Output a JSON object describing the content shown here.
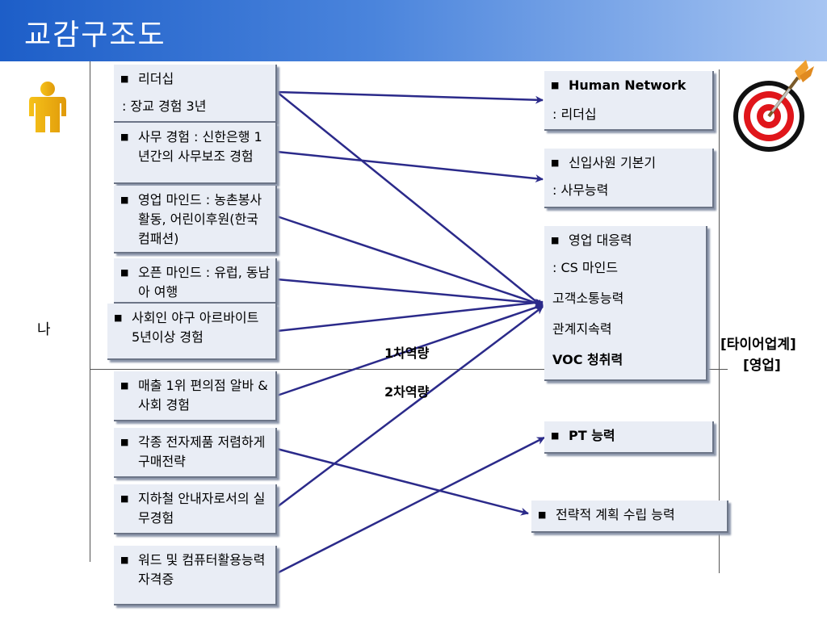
{
  "header": {
    "title": "교감구조도"
  },
  "left_label": "나",
  "right_label": {
    "line1": "[타이어업계]",
    "line2": "[영업]"
  },
  "tier_labels": {
    "tier1": "1차역량",
    "tier2": "2차역량"
  },
  "left_boxes": [
    {
      "text": "리더십",
      "sub": ": 장교 경험 3년"
    },
    {
      "text": "사무 경험 : 신한은행 1년간의 사무보조 경험"
    },
    {
      "text": "영업 마인드 : 농촌봉사활동, 어린이후원(한국 컴패션)"
    },
    {
      "text": "오픈 마인드 : 유럽, 동남아 여행"
    },
    {
      "text": "사회인 야구 아르바이트 5년이상 경험"
    },
    {
      "text": "매출 1위 편의점 알바 & 사회 경험"
    },
    {
      "text": "각종 전자제품 저렴하게 구매전략"
    },
    {
      "text": "지하철 안내자로서의 실무경험"
    },
    {
      "text": "워드 및 컴퓨터활용능력 자격증"
    }
  ],
  "right_boxes": [
    {
      "text": "Human Network",
      "lines": [
        ": 리더십"
      ]
    },
    {
      "text": "신입사원 기본기",
      "lines": [
        ": 사무능력"
      ]
    },
    {
      "text": "영업 대응력",
      "lines": [
        ": CS 마인드",
        "고객소통능력",
        "관계지속력",
        "VOC 청취력"
      ]
    },
    {
      "text": "PT 능력",
      "lines": []
    },
    {
      "text": "전략적 계획 수립 능력",
      "lines": []
    }
  ],
  "icons": {
    "person": "person-icon",
    "target": "target-icon"
  },
  "colors": {
    "arrow": "#2b2a8a",
    "box_bg": "#e9edf5",
    "header": "#1d5ec8"
  }
}
